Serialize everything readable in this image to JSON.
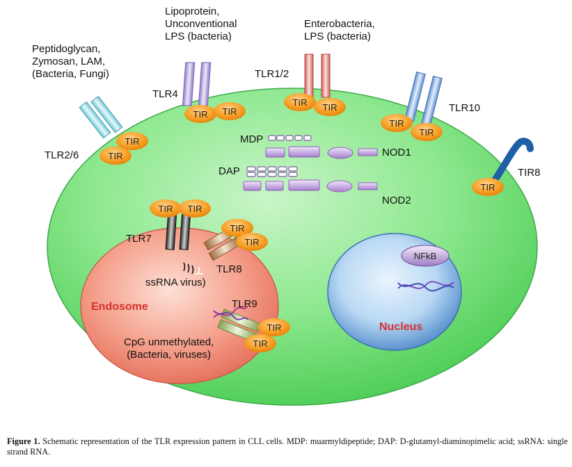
{
  "labels": {
    "peptidoglycan": "Peptidoglycan,\nZymosan, LAM,\n(Bacteria, Fungi)",
    "lipoprotein": "Lipoprotein,\nUnconventional\nLPS (bacteria)",
    "enterobacteria": "Enterobacteria,\nLPS (bacteria)",
    "tlr2_6": "TLR2/6",
    "tlr4": "TLR4",
    "tlr1_2": "TLR1/2",
    "tlr10": "TLR10",
    "tir8": "TIR8",
    "mdp": "MDP",
    "dap": "DAP",
    "nod1": "NOD1",
    "nod2": "NOD2",
    "tlr7": "TLR7",
    "tlr8": "TLR8",
    "tlr9": "TLR9",
    "ssrna": "ssRNA virus)",
    "cpg": "CpG unmethylated,\n(Bacteria, viruses)",
    "endosome": "Endosome",
    "nucleus": "Nucleus",
    "nfkb": "NFkB",
    "tir": "TIR"
  },
  "caption": {
    "bold": "Figure 1.",
    "text": " Schematic representation of the TLR expression pattern in CLL cells. MDP: muarmyldipeptide; DAP: D-glutamyl-diaminopimelic acid; ssRNA: single strand RNA."
  },
  "colors": {
    "cell_fill": "#7ee585",
    "endosome_fill": "#f08b78",
    "nucleus_fill": "#9cc8ee",
    "tir_fill": "#f7941d",
    "nod_fill": "#c9a6e0",
    "endosome_text": "#d6322f"
  }
}
